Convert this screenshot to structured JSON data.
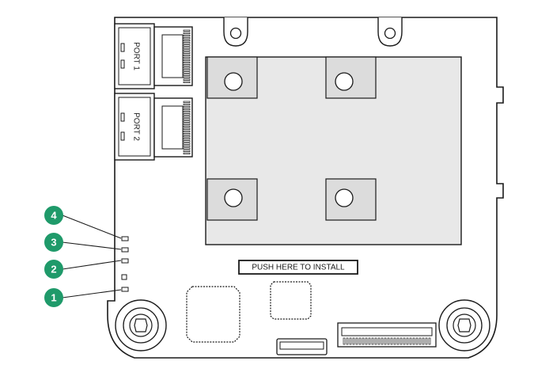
{
  "diagram": {
    "ports": [
      {
        "label": "PORT 1"
      },
      {
        "label": "PORT 2"
      }
    ],
    "push_label": "PUSH HERE TO INSTALL",
    "callouts": [
      {
        "number": "4"
      },
      {
        "number": "3"
      },
      {
        "number": "2"
      },
      {
        "number": "1"
      }
    ],
    "colors": {
      "line": "#1a1a1a",
      "heatsink_fill": "#e8e8e8",
      "board_fill": "#ffffff",
      "callout_fill": "#1f9a6a",
      "callout_text": "#ffffff"
    }
  }
}
